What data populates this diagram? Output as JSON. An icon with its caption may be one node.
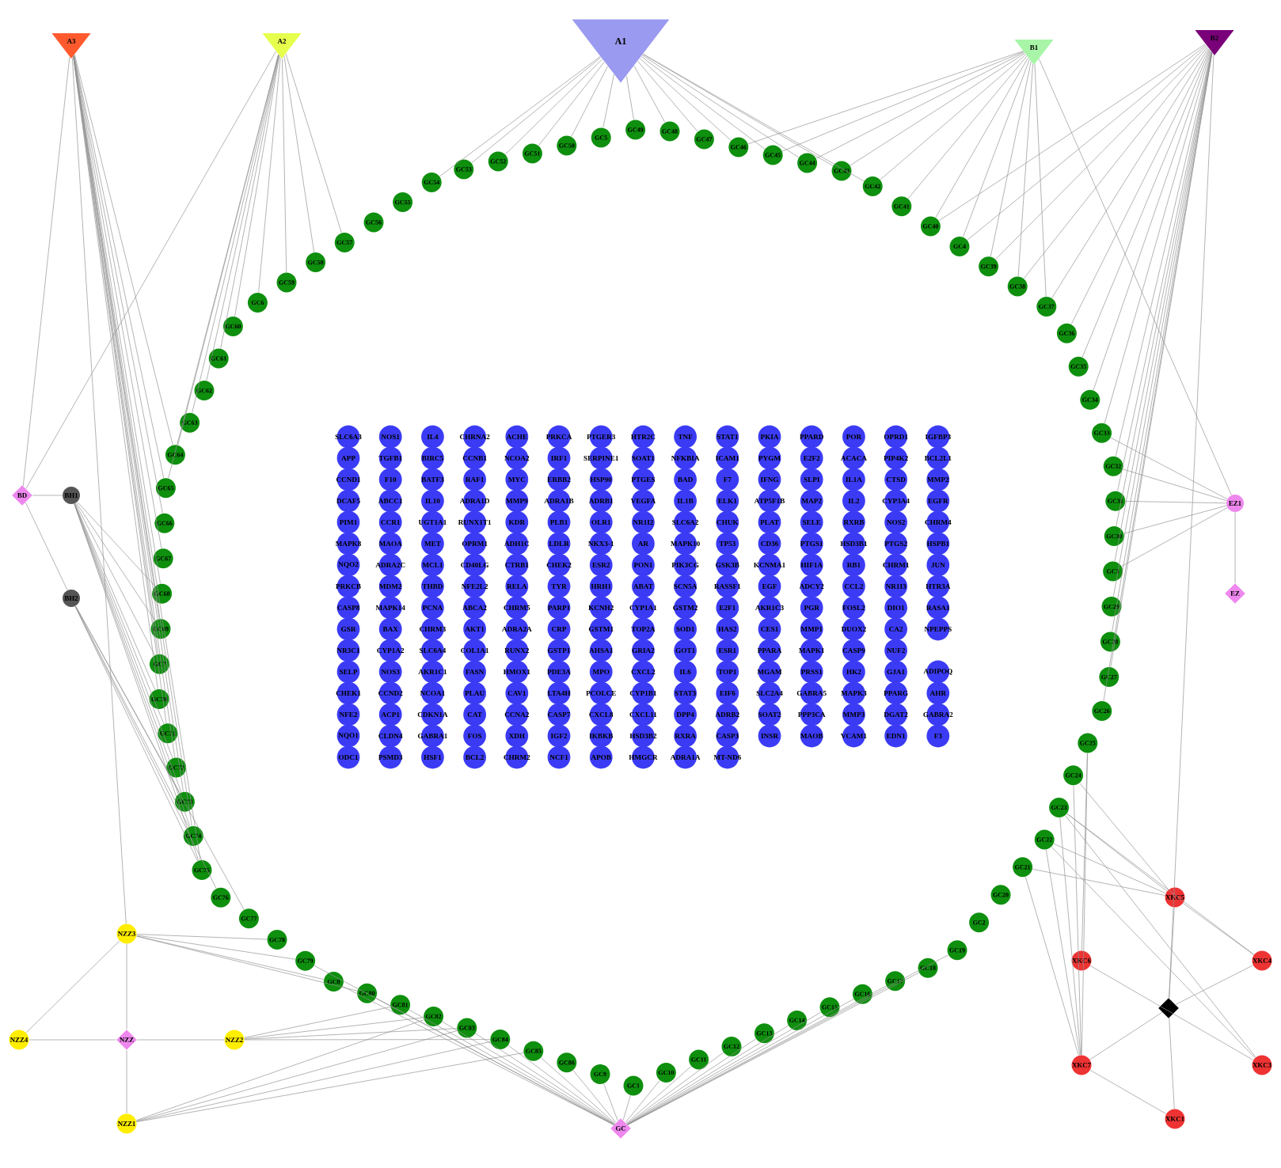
{
  "diagram": {
    "nodes": [
      {
        "text": [
          "A3"
        ]
      },
      {
        "text": [
          "A2"
        ]
      },
      {
        "text": [
          "A1"
        ]
      },
      {
        "text": [
          "B1"
        ]
      },
      {
        "text": [
          "B2"
        ]
      },
      {
        "text": [
          "GC1"
        ]
      },
      {
        "text": [
          "GC10"
        ]
      },
      {
        "text": [
          "GC11"
        ]
      },
      {
        "text": [
          "GC12"
        ]
      },
      {
        "text": [
          "GC13"
        ]
      },
      {
        "text": [
          "GC14"
        ]
      },
      {
        "text": [
          "GC15"
        ]
      },
      {
        "text": [
          "GC16"
        ]
      },
      {
        "text": [
          "GC17"
        ]
      },
      {
        "text": [
          "GC18"
        ]
      },
      {
        "text": [
          "GC19"
        ]
      },
      {
        "text": [
          "GC2"
        ]
      },
      {
        "text": [
          "GC20"
        ]
      },
      {
        "text": [
          "GC21"
        ]
      },
      {
        "text": [
          "GC22"
        ]
      },
      {
        "text": [
          "GC23"
        ]
      },
      {
        "text": [
          "GC24"
        ]
      },
      {
        "text": [
          "GC25"
        ]
      },
      {
        "text": [
          "GC26"
        ]
      },
      {
        "text": [
          "GC27"
        ]
      },
      {
        "text": [
          "GC28"
        ]
      },
      {
        "text": [
          "GC29"
        ]
      },
      {
        "text": [
          "GC3"
        ]
      },
      {
        "text": [
          "GC30"
        ]
      },
      {
        "text": [
          "GC31"
        ]
      },
      {
        "text": [
          "GC32"
        ]
      },
      {
        "text": [
          "GC33"
        ]
      },
      {
        "text": [
          "GC34"
        ]
      },
      {
        "text": [
          "GC35"
        ]
      },
      {
        "text": [
          "GC36"
        ]
      },
      {
        "text": [
          "GC37"
        ]
      },
      {
        "text": [
          "GC38"
        ]
      },
      {
        "text": [
          "GC39"
        ]
      },
      {
        "text": [
          "GC4"
        ]
      },
      {
        "text": [
          "GC40"
        ]
      },
      {
        "text": [
          "GC41"
        ]
      },
      {
        "text": [
          "GC42"
        ]
      },
      {
        "text": [
          "GC43"
        ]
      },
      {
        "text": [
          "GC44"
        ]
      },
      {
        "text": [
          "GC45"
        ]
      },
      {
        "text": [
          "GC46"
        ]
      },
      {
        "text": [
          "GC47"
        ]
      },
      {
        "text": [
          "GC48"
        ]
      },
      {
        "text": [
          "GC49"
        ]
      },
      {
        "text": [
          "GC5"
        ]
      },
      {
        "text": [
          "GC50"
        ]
      },
      {
        "text": [
          "GC51"
        ]
      },
      {
        "text": [
          "GC52"
        ]
      },
      {
        "text": [
          "GC53"
        ]
      },
      {
        "text": [
          "GC54"
        ]
      },
      {
        "text": [
          "GC55"
        ]
      },
      {
        "text": [
          "GC56"
        ]
      },
      {
        "text": [
          "GC57"
        ]
      },
      {
        "text": [
          "GC58"
        ]
      },
      {
        "text": [
          "GC59"
        ]
      },
      {
        "text": [
          "GC6"
        ]
      },
      {
        "text": [
          "GC60"
        ]
      },
      {
        "text": [
          "GC61"
        ]
      },
      {
        "text": [
          "GC62"
        ]
      },
      {
        "text": [
          "GC63"
        ]
      },
      {
        "text": [
          "GC64"
        ]
      },
      {
        "text": [
          "GC65"
        ]
      },
      {
        "text": [
          "GC66"
        ]
      },
      {
        "text": [
          "GC67"
        ]
      },
      {
        "text": [
          "GC68"
        ]
      },
      {
        "text": [
          "GC69"
        ]
      },
      {
        "text": [
          "GC7"
        ]
      },
      {
        "text": [
          "GC70"
        ]
      },
      {
        "text": [
          "GC71"
        ]
      },
      {
        "text": [
          "GC72"
        ]
      },
      {
        "text": [
          "GC73"
        ]
      },
      {
        "text": [
          "GC74"
        ]
      },
      {
        "text": [
          "GC75"
        ]
      },
      {
        "text": [
          "GC76"
        ]
      },
      {
        "text": [
          "GC77"
        ]
      },
      {
        "text": [
          "GC78"
        ]
      },
      {
        "text": [
          "GC79"
        ]
      },
      {
        "text": [
          "GC8"
        ]
      },
      {
        "text": [
          "GC80"
        ]
      },
      {
        "text": [
          "GC81"
        ]
      },
      {
        "text": [
          "GC82"
        ]
      },
      {
        "text": [
          "GC83"
        ]
      },
      {
        "text": [
          "GC84"
        ]
      },
      {
        "text": [
          "GC85"
        ]
      },
      {
        "text": [
          "GC86"
        ]
      },
      {
        "text": [
          "GC9"
        ]
      },
      {
        "text": [
          "BD"
        ]
      },
      {
        "text": [
          "BH1"
        ]
      },
      {
        "text": [
          "BH2"
        ]
      },
      {
        "text": [
          "EZ1"
        ]
      },
      {
        "text": [
          "EZ"
        ]
      },
      {
        "text": [
          "SLC6A3"
        ]
      },
      {
        "text": [
          "NOS1"
        ]
      },
      {
        "text": [
          "IL4"
        ]
      },
      {
        "text": [
          "CHRNA2"
        ]
      },
      {
        "text": [
          "ACHE"
        ]
      },
      {
        "text": [
          "PRKCA"
        ]
      },
      {
        "text": [
          "PTGER3"
        ]
      },
      {
        "text": [
          "HTR2C"
        ]
      },
      {
        "text": [
          "TNF"
        ]
      },
      {
        "text": [
          "STAT1"
        ]
      },
      {
        "text": [
          "PKIA"
        ]
      },
      {
        "text": [
          "PPARD"
        ]
      },
      {
        "text": [
          "POR"
        ]
      },
      {
        "text": [
          "OPRD1"
        ]
      },
      {
        "text": [
          "IGFBP3"
        ]
      },
      {
        "text": [
          "APP"
        ]
      },
      {
        "text": [
          "TGFB1"
        ]
      },
      {
        "text": [
          "BIRC5"
        ]
      },
      {
        "text": [
          "CCNB1"
        ]
      },
      {
        "text": [
          "NCOA2"
        ]
      },
      {
        "text": [
          "IRF1"
        ]
      },
      {
        "text": [
          "SERPINE1"
        ]
      },
      {
        "text": [
          "SOAT1"
        ]
      },
      {
        "text": [
          "NFKBIA"
        ]
      },
      {
        "text": [
          "ICAM1"
        ]
      },
      {
        "text": [
          "PYGM"
        ]
      },
      {
        "text": [
          "E2F2"
        ]
      },
      {
        "text": [
          "ACACA"
        ]
      },
      {
        "text": [
          "PIP4K2"
        ]
      },
      {
        "text": [
          "BCL2L1"
        ]
      },
      {
        "text": [
          "CCND1"
        ]
      },
      {
        "text": [
          "F10"
        ]
      },
      {
        "text": [
          "BATF3"
        ]
      },
      {
        "text": [
          "RAF1"
        ]
      },
      {
        "text": [
          "MYC"
        ]
      },
      {
        "text": [
          "ERBB2"
        ]
      },
      {
        "text": [
          "HSP90"
        ]
      },
      {
        "text": [
          "PTGES"
        ]
      },
      {
        "text": [
          "BAD"
        ]
      },
      {
        "text": [
          "F7"
        ]
      },
      {
        "text": [
          "IFNG"
        ]
      },
      {
        "text": [
          "SLPI"
        ]
      },
      {
        "text": [
          "IL1A"
        ]
      },
      {
        "text": [
          "CTSD"
        ]
      },
      {
        "text": [
          "MMP2"
        ]
      },
      {
        "text": [
          "DCAF5"
        ]
      },
      {
        "text": [
          "ABCC1"
        ]
      },
      {
        "text": [
          "IL10"
        ]
      },
      {
        "text": [
          "ADRA1D"
        ]
      },
      {
        "text": [
          "MMP9"
        ]
      },
      {
        "text": [
          "ADRA1B"
        ]
      },
      {
        "text": [
          "ADRB1"
        ]
      },
      {
        "text": [
          "VEGFA"
        ]
      },
      {
        "text": [
          "IL1B"
        ]
      },
      {
        "text": [
          "ELK1"
        ]
      },
      {
        "text": [
          "ATP5F1B"
        ]
      },
      {
        "text": [
          "MAP2"
        ]
      },
      {
        "text": [
          "IL2"
        ]
      },
      {
        "text": [
          "CYP3A4"
        ]
      },
      {
        "text": [
          "EGFR"
        ]
      },
      {
        "text": [
          "PIM1"
        ]
      },
      {
        "text": [
          "CCR1"
        ]
      },
      {
        "text": [
          "UGT1A1"
        ]
      },
      {
        "text": [
          "RUNX1T1"
        ]
      },
      {
        "text": [
          "KDR"
        ]
      },
      {
        "text": [
          "PLB1"
        ]
      },
      {
        "text": [
          "OLR1"
        ]
      },
      {
        "text": [
          "NR1I2"
        ]
      },
      {
        "text": [
          "SLC6A2"
        ]
      },
      {
        "text": [
          "CHUK"
        ]
      },
      {
        "text": [
          "PLAT"
        ]
      },
      {
        "text": [
          "SELE"
        ]
      },
      {
        "text": [
          "RXRB"
        ]
      },
      {
        "text": [
          "NOS2"
        ]
      },
      {
        "text": [
          "CHRM4"
        ]
      },
      {
        "text": [
          "MAPK8"
        ]
      },
      {
        "text": [
          "MAOA"
        ]
      },
      {
        "text": [
          "MET"
        ]
      },
      {
        "text": [
          "OPRM1"
        ]
      },
      {
        "text": [
          "ADH1C"
        ]
      },
      {
        "text": [
          "LDLR"
        ]
      },
      {
        "text": [
          "NKX3-1"
        ]
      },
      {
        "text": [
          "AR"
        ]
      },
      {
        "text": [
          "MAPK10"
        ]
      },
      {
        "text": [
          "TP53"
        ]
      },
      {
        "text": [
          "CD36"
        ]
      },
      {
        "text": [
          "PTGS1"
        ]
      },
      {
        "text": [
          "HSD3B1"
        ]
      },
      {
        "text": [
          "PTGS2"
        ]
      },
      {
        "text": [
          "HSPB1"
        ]
      },
      {
        "text": [
          "NQO2"
        ]
      },
      {
        "text": [
          "ADRA2C"
        ]
      },
      {
        "text": [
          "MCL1"
        ]
      },
      {
        "text": [
          "CD40LG"
        ]
      },
      {
        "text": [
          "CTRB1"
        ]
      },
      {
        "text": [
          "CHEK2"
        ]
      },
      {
        "text": [
          "ESR2"
        ]
      },
      {
        "text": [
          "PON1"
        ]
      },
      {
        "text": [
          "PIK3CG"
        ]
      },
      {
        "text": [
          "GSK3B"
        ]
      },
      {
        "text": [
          "KCNMA1"
        ]
      },
      {
        "text": [
          "HIF1A"
        ]
      },
      {
        "text": [
          "RB1"
        ]
      },
      {
        "text": [
          "CHRM1"
        ]
      },
      {
        "text": [
          "JUN"
        ]
      },
      {
        "text": [
          "PRKCB"
        ]
      },
      {
        "text": [
          "MDM2"
        ]
      },
      {
        "text": [
          "THBD"
        ]
      },
      {
        "text": [
          "NFE2L2"
        ]
      },
      {
        "text": [
          "RELA"
        ]
      },
      {
        "text": [
          "TYR"
        ]
      },
      {
        "text": [
          "HRH1"
        ]
      },
      {
        "text": [
          "ABAT"
        ]
      },
      {
        "text": [
          "SCN5A"
        ]
      },
      {
        "text": [
          "RASSF1"
        ]
      },
      {
        "text": [
          "EGF"
        ]
      },
      {
        "text": [
          "ADCY2"
        ]
      },
      {
        "text": [
          "CCL2"
        ]
      },
      {
        "text": [
          "NR1I3"
        ]
      },
      {
        "text": [
          "HTR3A"
        ]
      },
      {
        "text": [
          "CASP8"
        ]
      },
      {
        "text": [
          "MAPK14"
        ]
      },
      {
        "text": [
          "PCNA"
        ]
      },
      {
        "text": [
          "ABCA2"
        ]
      },
      {
        "text": [
          "CHRM5"
        ]
      },
      {
        "text": [
          "PARP1"
        ]
      },
      {
        "text": [
          "KCNH2"
        ]
      },
      {
        "text": [
          "CYP1A1"
        ]
      },
      {
        "text": [
          "GSTM2"
        ]
      },
      {
        "text": [
          "E2F1"
        ]
      },
      {
        "text": [
          "AKR1C3"
        ]
      },
      {
        "text": [
          "PGR"
        ]
      },
      {
        "text": [
          "FOSL2"
        ]
      },
      {
        "text": [
          "DIO1"
        ]
      },
      {
        "text": [
          "RASA1"
        ]
      },
      {
        "text": [
          "GSR"
        ]
      },
      {
        "text": [
          "BAX"
        ]
      },
      {
        "text": [
          "CHRM3"
        ]
      },
      {
        "text": [
          "AKT1"
        ]
      },
      {
        "text": [
          "ADRA2A"
        ]
      },
      {
        "text": [
          "CRP"
        ]
      },
      {
        "text": [
          "GSTM1"
        ]
      },
      {
        "text": [
          "TOP2A"
        ]
      },
      {
        "text": [
          "SOD1"
        ]
      },
      {
        "text": [
          "HAS2"
        ]
      },
      {
        "text": [
          "CES1"
        ]
      },
      {
        "text": [
          "MMP1"
        ]
      },
      {
        "text": [
          "DUOX2"
        ]
      },
      {
        "text": [
          "CA2"
        ]
      },
      {
        "text": [
          "NPEPPS"
        ]
      },
      {
        "text": [
          "NR3C1"
        ]
      },
      {
        "text": [
          "CYP1A2"
        ]
      },
      {
        "text": [
          "SLC6A4"
        ]
      },
      {
        "text": [
          "COL1A1"
        ]
      },
      {
        "text": [
          "RUNX2"
        ]
      },
      {
        "text": [
          "GSTP1"
        ]
      },
      {
        "text": [
          "AHSA1"
        ]
      },
      {
        "text": [
          "GRIA2"
        ]
      },
      {
        "text": [
          "GOT1"
        ]
      },
      {
        "text": [
          "ESR1"
        ]
      },
      {
        "text": [
          "PPARA"
        ]
      },
      {
        "text": [
          "MAPK1"
        ]
      },
      {
        "text": [
          "CASP9"
        ]
      },
      {
        "text": [
          "NUF2"
        ]
      },
      {
        "text": [
          "SELP"
        ]
      },
      {
        "text": [
          "NOS3"
        ]
      },
      {
        "text": [
          "AKR1C1"
        ]
      },
      {
        "text": [
          "FASN"
        ]
      },
      {
        "text": [
          "HMOX1"
        ]
      },
      {
        "text": [
          "PDE3A"
        ]
      },
      {
        "text": [
          "MPO"
        ]
      },
      {
        "text": [
          "CXCL2"
        ]
      },
      {
        "text": [
          "IL6"
        ]
      },
      {
        "text": [
          "TOP1"
        ]
      },
      {
        "text": [
          "MGAM"
        ]
      },
      {
        "text": [
          "PRSS1"
        ]
      },
      {
        "text": [
          "HK2"
        ]
      },
      {
        "text": [
          "GJA1"
        ]
      },
      {
        "text": [
          "ADIPOQ"
        ]
      },
      {
        "text": [
          "CHEK1"
        ]
      },
      {
        "text": [
          "CCND2"
        ]
      },
      {
        "text": [
          "NCOA1"
        ]
      },
      {
        "text": [
          "PLAU"
        ]
      },
      {
        "text": [
          "CAV1"
        ]
      },
      {
        "text": [
          "LTA4H"
        ]
      },
      {
        "text": [
          "PCOLCE"
        ]
      },
      {
        "text": [
          "CYP1B1"
        ]
      },
      {
        "text": [
          "STAT3"
        ]
      },
      {
        "text": [
          "EIF6"
        ]
      },
      {
        "text": [
          "SLC2A4"
        ]
      },
      {
        "text": [
          "GABRA5"
        ]
      },
      {
        "text": [
          "MAPK3"
        ]
      },
      {
        "text": [
          "PPARG"
        ]
      },
      {
        "text": [
          "AHR"
        ]
      },
      {
        "text": [
          "NFE2"
        ]
      },
      {
        "text": [
          "ACP1"
        ]
      },
      {
        "text": [
          "CDKN1A"
        ]
      },
      {
        "text": [
          "CAT"
        ]
      },
      {
        "text": [
          "CCNA2"
        ]
      },
      {
        "text": [
          "CASP7"
        ]
      },
      {
        "text": [
          "CXCL8"
        ]
      },
      {
        "text": [
          "CXCL11"
        ]
      },
      {
        "text": [
          "DPP4"
        ]
      },
      {
        "text": [
          "ADRB2"
        ]
      },
      {
        "text": [
          "SOAT2"
        ]
      },
      {
        "text": [
          "PPP3CA"
        ]
      },
      {
        "text": [
          "MMP3"
        ]
      },
      {
        "text": [
          "DGAT2"
        ]
      },
      {
        "text": [
          "GABRA2"
        ]
      },
      {
        "text": [
          "NQO1"
        ]
      },
      {
        "text": [
          "CLDN4"
        ]
      },
      {
        "text": [
          "GABRA1"
        ]
      },
      {
        "text": [
          "FOS"
        ]
      },
      {
        "text": [
          "XDH"
        ]
      },
      {
        "text": [
          "IGF2"
        ]
      },
      {
        "text": [
          "IKBKB"
        ]
      },
      {
        "text": [
          "HSD3B2"
        ]
      },
      {
        "text": [
          "RXRA"
        ]
      },
      {
        "text": [
          "CASP3"
        ]
      },
      {
        "text": [
          "INSR"
        ]
      },
      {
        "text": [
          "MAOB"
        ]
      },
      {
        "text": [
          "VCAM1"
        ]
      },
      {
        "text": [
          "EDN1"
        ]
      },
      {
        "text": [
          "F3"
        ]
      },
      {
        "text": [
          "ODC1"
        ]
      },
      {
        "text": [
          "PSMD3"
        ]
      },
      {
        "text": [
          "HSF1"
        ]
      },
      {
        "text": [
          "BCL2"
        ]
      },
      {
        "text": [
          "CHRM2"
        ]
      },
      {
        "text": [
          "NCF1"
        ]
      },
      {
        "text": [
          "APOB"
        ]
      },
      {
        "text": [
          "HMGCR"
        ]
      },
      {
        "text": [
          "ADRA1A"
        ]
      },
      {
        "text": [
          "MT-ND6"
        ]
      },
      {
        "text": [
          "NZZ3"
        ]
      },
      {
        "text": [
          "NZZ4"
        ]
      },
      {
        "text": [
          "NZZ"
        ]
      },
      {
        "text": [
          "NZZ2"
        ]
      },
      {
        "text": [
          "NZZ1"
        ]
      },
      {
        "text": [
          "GC"
        ]
      },
      {
        "text": [
          "XKC5"
        ]
      },
      {
        "text": [
          "XKC6"
        ]
      },
      {
        "text": [
          "XKC4"
        ]
      },
      {
        "text": [],
        "shape": "diamond"
      },
      {
        "text": [
          "XKC7"
        ]
      },
      {
        "text": [
          "XKC3"
        ]
      },
      {
        "text": [
          "XKC1"
        ]
      }
    ],
    "edges": [
      {
        "from": 335,
        "to": 81,
        "arrow": "none"
      },
      {
        "from": 335,
        "to": 82,
        "arrow": "none"
      },
      {
        "from": 335,
        "to": 83,
        "arrow": "none"
      },
      {
        "from": 335,
        "to": 84,
        "arrow": "none"
      },
      {
        "from": 335,
        "to": 85,
        "arrow": "none"
      },
      {
        "from": 335,
        "to": 86,
        "arrow": "none"
      },
      {
        "from": 335,
        "to": 87,
        "arrow": "none"
      },
      {
        "from": 335,
        "to": 88,
        "arrow": "none"
      },
      {
        "from": 335,
        "to": 89,
        "arrow": "none"
      },
      {
        "from": 335,
        "to": 90,
        "arrow": "none"
      },
      {
        "from": 335,
        "to": 5,
        "arrow": "none"
      },
      {
        "from": 335,
        "to": 6,
        "arrow": "none"
      },
      {
        "from": 335,
        "to": 7,
        "arrow": "none"
      },
      {
        "from": 335,
        "to": 8,
        "arrow": "none"
      },
      {
        "from": 335,
        "to": 9,
        "arrow": "none"
      },
      {
        "from": 335,
        "to": 10,
        "arrow": "none"
      },
      {
        "from": 335,
        "to": 11,
        "arrow": "none"
      },
      {
        "from": 335,
        "to": 12,
        "arrow": "none"
      },
      {
        "from": 335,
        "to": 13,
        "arrow": "none"
      },
      {
        "from": 335,
        "to": 14,
        "arrow": "none"
      },
      {
        "from": 335,
        "to": 15,
        "arrow": "none"
      },
      {
        "from": 2,
        "to": 41,
        "arrow": "none"
      },
      {
        "from": 2,
        "to": 42,
        "arrow": "none"
      },
      {
        "from": 2,
        "to": 43,
        "arrow": "none"
      },
      {
        "from": 2,
        "to": 44,
        "arrow": "none"
      },
      {
        "from": 2,
        "to": 45,
        "arrow": "none"
      },
      {
        "from": 2,
        "to": 46,
        "arrow": "none"
      },
      {
        "from": 2,
        "to": 47,
        "arrow": "none"
      },
      {
        "from": 2,
        "to": 48,
        "arrow": "none"
      },
      {
        "from": 2,
        "to": 49,
        "arrow": "none"
      },
      {
        "from": 2,
        "to": 50,
        "arrow": "none"
      },
      {
        "from": 2,
        "to": 51,
        "arrow": "none"
      },
      {
        "from": 2,
        "to": 52,
        "arrow": "none"
      },
      {
        "from": 2,
        "to": 53,
        "arrow": "none"
      },
      {
        "from": 2,
        "to": 54,
        "arrow": "none"
      },
      {
        "from": 1,
        "to": 57,
        "arrow": "none"
      },
      {
        "from": 1,
        "to": 58,
        "arrow": "none"
      },
      {
        "from": 1,
        "to": 59,
        "arrow": "none"
      },
      {
        "from": 1,
        "to": 60,
        "arrow": "none"
      },
      {
        "from": 1,
        "to": 61,
        "arrow": "none"
      },
      {
        "from": 1,
        "to": 62,
        "arrow": "none"
      },
      {
        "from": 1,
        "to": 63,
        "arrow": "none"
      },
      {
        "from": 1,
        "to": 64,
        "arrow": "none"
      },
      {
        "from": 1,
        "to": 65,
        "arrow": "none"
      },
      {
        "from": 1,
        "to": 66,
        "arrow": "none"
      },
      {
        "from": 0,
        "to": 65,
        "arrow": "none"
      },
      {
        "from": 0,
        "to": 66,
        "arrow": "none"
      },
      {
        "from": 0,
        "to": 67,
        "arrow": "none"
      },
      {
        "from": 0,
        "to": 68,
        "arrow": "none"
      },
      {
        "from": 0,
        "to": 69,
        "arrow": "none"
      },
      {
        "from": 0,
        "to": 70,
        "arrow": "none"
      },
      {
        "from": 0,
        "to": 71,
        "arrow": "none"
      },
      {
        "from": 0,
        "to": 72,
        "arrow": "none"
      },
      {
        "from": 0,
        "to": 73,
        "arrow": "none"
      },
      {
        "from": 0,
        "to": 74,
        "arrow": "none"
      },
      {
        "from": 0,
        "to": 75,
        "arrow": "none"
      },
      {
        "from": 0,
        "to": 76,
        "arrow": "none"
      },
      {
        "from": 0,
        "to": 77,
        "arrow": "none"
      },
      {
        "from": 3,
        "to": 35,
        "arrow": "none"
      },
      {
        "from": 3,
        "to": 36,
        "arrow": "none"
      },
      {
        "from": 3,
        "to": 37,
        "arrow": "none"
      },
      {
        "from": 3,
        "to": 38,
        "arrow": "none"
      },
      {
        "from": 3,
        "to": 39,
        "arrow": "none"
      },
      {
        "from": 3,
        "to": 40,
        "arrow": "none"
      },
      {
        "from": 3,
        "to": 41,
        "arrow": "none"
      },
      {
        "from": 3,
        "to": 42,
        "arrow": "none"
      },
      {
        "from": 3,
        "to": 43,
        "arrow": "none"
      },
      {
        "from": 3,
        "to": 44,
        "arrow": "none"
      },
      {
        "from": 3,
        "to": 45,
        "arrow": "none"
      },
      {
        "from": 4,
        "to": 23,
        "arrow": "none"
      },
      {
        "from": 4,
        "to": 24,
        "arrow": "none"
      },
      {
        "from": 4,
        "to": 25,
        "arrow": "none"
      },
      {
        "from": 4,
        "to": 26,
        "arrow": "none"
      },
      {
        "from": 4,
        "to": 27,
        "arrow": "none"
      },
      {
        "from": 4,
        "to": 28,
        "arrow": "none"
      },
      {
        "from": 4,
        "to": 29,
        "arrow": "none"
      },
      {
        "from": 4,
        "to": 30,
        "arrow": "none"
      },
      {
        "from": 4,
        "to": 31,
        "arrow": "none"
      },
      {
        "from": 4,
        "to": 32,
        "arrow": "none"
      },
      {
        "from": 4,
        "to": 33,
        "arrow": "none"
      },
      {
        "from": 4,
        "to": 34,
        "arrow": "none"
      },
      {
        "from": 4,
        "to": 35,
        "arrow": "none"
      },
      {
        "from": 4,
        "to": 36,
        "arrow": "none"
      },
      {
        "from": 4,
        "to": 37,
        "arrow": "none"
      },
      {
        "from": 4,
        "to": 38,
        "arrow": "none"
      },
      {
        "from": 4,
        "to": 39,
        "arrow": "none"
      },
      {
        "from": 0,
        "to": 91,
        "arrow": "none"
      },
      {
        "from": 0,
        "to": 330,
        "arrow": "none"
      },
      {
        "from": 1,
        "to": 91,
        "arrow": "none"
      },
      {
        "from": 3,
        "to": 94,
        "arrow": "none"
      },
      {
        "from": 4,
        "to": 339,
        "arrow": "none"
      },
      {
        "from": 91,
        "to": 92,
        "arrow": "none"
      },
      {
        "from": 91,
        "to": 93,
        "arrow": "none"
      },
      {
        "from": 92,
        "to": 69,
        "arrow": "none"
      },
      {
        "from": 92,
        "to": 70,
        "arrow": "none"
      },
      {
        "from": 92,
        "to": 71,
        "arrow": "none"
      },
      {
        "from": 92,
        "to": 72,
        "arrow": "none"
      },
      {
        "from": 92,
        "to": 73,
        "arrow": "none"
      },
      {
        "from": 92,
        "to": 74,
        "arrow": "none"
      },
      {
        "from": 92,
        "to": 75,
        "arrow": "none"
      },
      {
        "from": 92,
        "to": 76,
        "arrow": "none"
      },
      {
        "from": 92,
        "to": 77,
        "arrow": "none"
      },
      {
        "from": 93,
        "to": 75,
        "arrow": "none"
      },
      {
        "from": 93,
        "to": 76,
        "arrow": "none"
      },
      {
        "from": 93,
        "to": 77,
        "arrow": "none"
      },
      {
        "from": 93,
        "to": 78,
        "arrow": "none"
      },
      {
        "from": 93,
        "to": 79,
        "arrow": "none"
      },
      {
        "from": 95,
        "to": 94,
        "arrow": "none"
      },
      {
        "from": 94,
        "to": 27,
        "arrow": "none"
      },
      {
        "from": 94,
        "to": 28,
        "arrow": "none"
      },
      {
        "from": 94,
        "to": 29,
        "arrow": "none"
      },
      {
        "from": 94,
        "to": 30,
        "arrow": "none"
      },
      {
        "from": 94,
        "to": 31,
        "arrow": "none"
      },
      {
        "from": 332,
        "to": 330,
        "arrow": "none"
      },
      {
        "from": 332,
        "to": 331,
        "arrow": "none"
      },
      {
        "from": 332,
        "to": 333,
        "arrow": "none"
      },
      {
        "from": 332,
        "to": 334,
        "arrow": "none"
      },
      {
        "from": 331,
        "to": 330,
        "arrow": "none"
      },
      {
        "from": 330,
        "to": 80,
        "arrow": "none"
      },
      {
        "from": 330,
        "to": 81,
        "arrow": "none"
      },
      {
        "from": 330,
        "to": 82,
        "arrow": "none"
      },
      {
        "from": 330,
        "to": 83,
        "arrow": "none"
      },
      {
        "from": 333,
        "to": 84,
        "arrow": "none"
      },
      {
        "from": 333,
        "to": 85,
        "arrow": "none"
      },
      {
        "from": 333,
        "to": 86,
        "arrow": "none"
      },
      {
        "from": 333,
        "to": 87,
        "arrow": "none"
      },
      {
        "from": 334,
        "to": 85,
        "arrow": "none"
      },
      {
        "from": 334,
        "to": 86,
        "arrow": "none"
      },
      {
        "from": 334,
        "to": 87,
        "arrow": "none"
      },
      {
        "from": 334,
        "to": 88,
        "arrow": "none"
      },
      {
        "from": 339,
        "to": 336,
        "arrow": "none"
      },
      {
        "from": 339,
        "to": 338,
        "arrow": "none"
      },
      {
        "from": 339,
        "to": 340,
        "arrow": "none"
      },
      {
        "from": 339,
        "to": 342,
        "arrow": "none"
      },
      {
        "from": 337,
        "to": 341,
        "arrow": "none"
      },
      {
        "from": 336,
        "to": 338,
        "arrow": "none"
      },
      {
        "from": 340,
        "to": 342,
        "arrow": "none"
      },
      {
        "from": 336,
        "to": 18,
        "arrow": "none"
      },
      {
        "from": 336,
        "to": 19,
        "arrow": "none"
      },
      {
        "from": 336,
        "to": 20,
        "arrow": "none"
      },
      {
        "from": 336,
        "to": 21,
        "arrow": "none"
      },
      {
        "from": 337,
        "to": 22,
        "arrow": "none"
      },
      {
        "from": 340,
        "to": 18,
        "arrow": "none"
      },
      {
        "from": 340,
        "to": 19,
        "arrow": "none"
      },
      {
        "from": 340,
        "to": 20,
        "arrow": "none"
      },
      {
        "from": 340,
        "to": 21,
        "arrow": "none"
      },
      {
        "from": 340,
        "to": 22,
        "arrow": "none"
      },
      {
        "from": 341,
        "to": 19,
        "arrow": "none"
      },
      {
        "from": 341,
        "to": 20,
        "arrow": "none"
      },
      {
        "from": 338,
        "to": 20,
        "arrow": "none"
      }
    ]
  }
}
